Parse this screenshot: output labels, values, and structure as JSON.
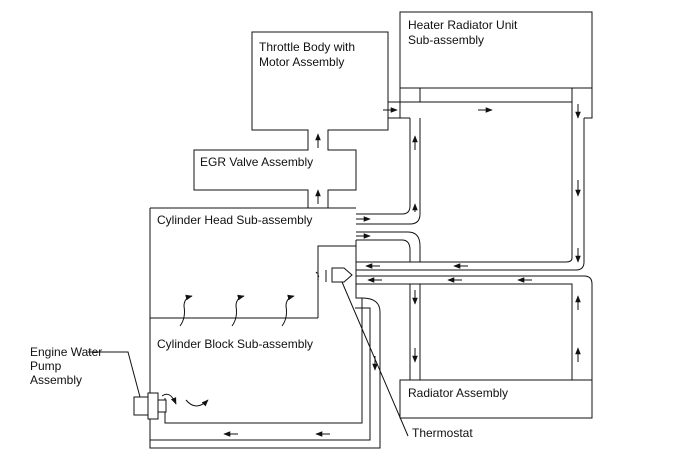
{
  "components": {
    "heater_radiator": {
      "line1": "Heater Radiator Unit",
      "line2": "Sub-assembly"
    },
    "throttle_body": {
      "line1": "Throttle Body with",
      "line2": "Motor Assembly"
    },
    "egr_valve": {
      "label": "EGR Valve Assembly"
    },
    "cylinder_head": {
      "label": "Cylinder Head Sub-assembly"
    },
    "cylinder_block": {
      "label": "Cylinder Block Sub-assembly"
    },
    "water_pump": {
      "line1": "Engine Water",
      "line2": "Pump",
      "line3": "Assembly"
    },
    "radiator": {
      "label": "Radiator Assembly"
    },
    "thermostat": {
      "label": "Thermostat"
    }
  }
}
